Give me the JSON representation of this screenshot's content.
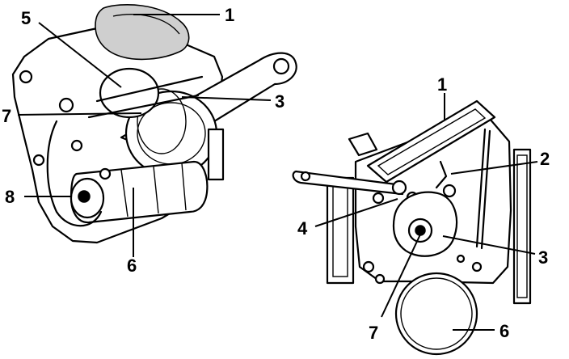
{
  "left_view": {
    "callouts": [
      {
        "id": "l1",
        "text": "1"
      },
      {
        "id": "l5",
        "text": "5"
      },
      {
        "id": "l3",
        "text": "3"
      },
      {
        "id": "l7",
        "text": "7"
      },
      {
        "id": "l8",
        "text": "8"
      },
      {
        "id": "l6",
        "text": "6"
      }
    ]
  },
  "right_view": {
    "callouts": [
      {
        "id": "r1",
        "text": "1"
      },
      {
        "id": "r2",
        "text": "2"
      },
      {
        "id": "r4",
        "text": "4"
      },
      {
        "id": "r3",
        "text": "3"
      },
      {
        "id": "r7",
        "text": "7"
      },
      {
        "id": "r6",
        "text": "6"
      }
    ]
  }
}
